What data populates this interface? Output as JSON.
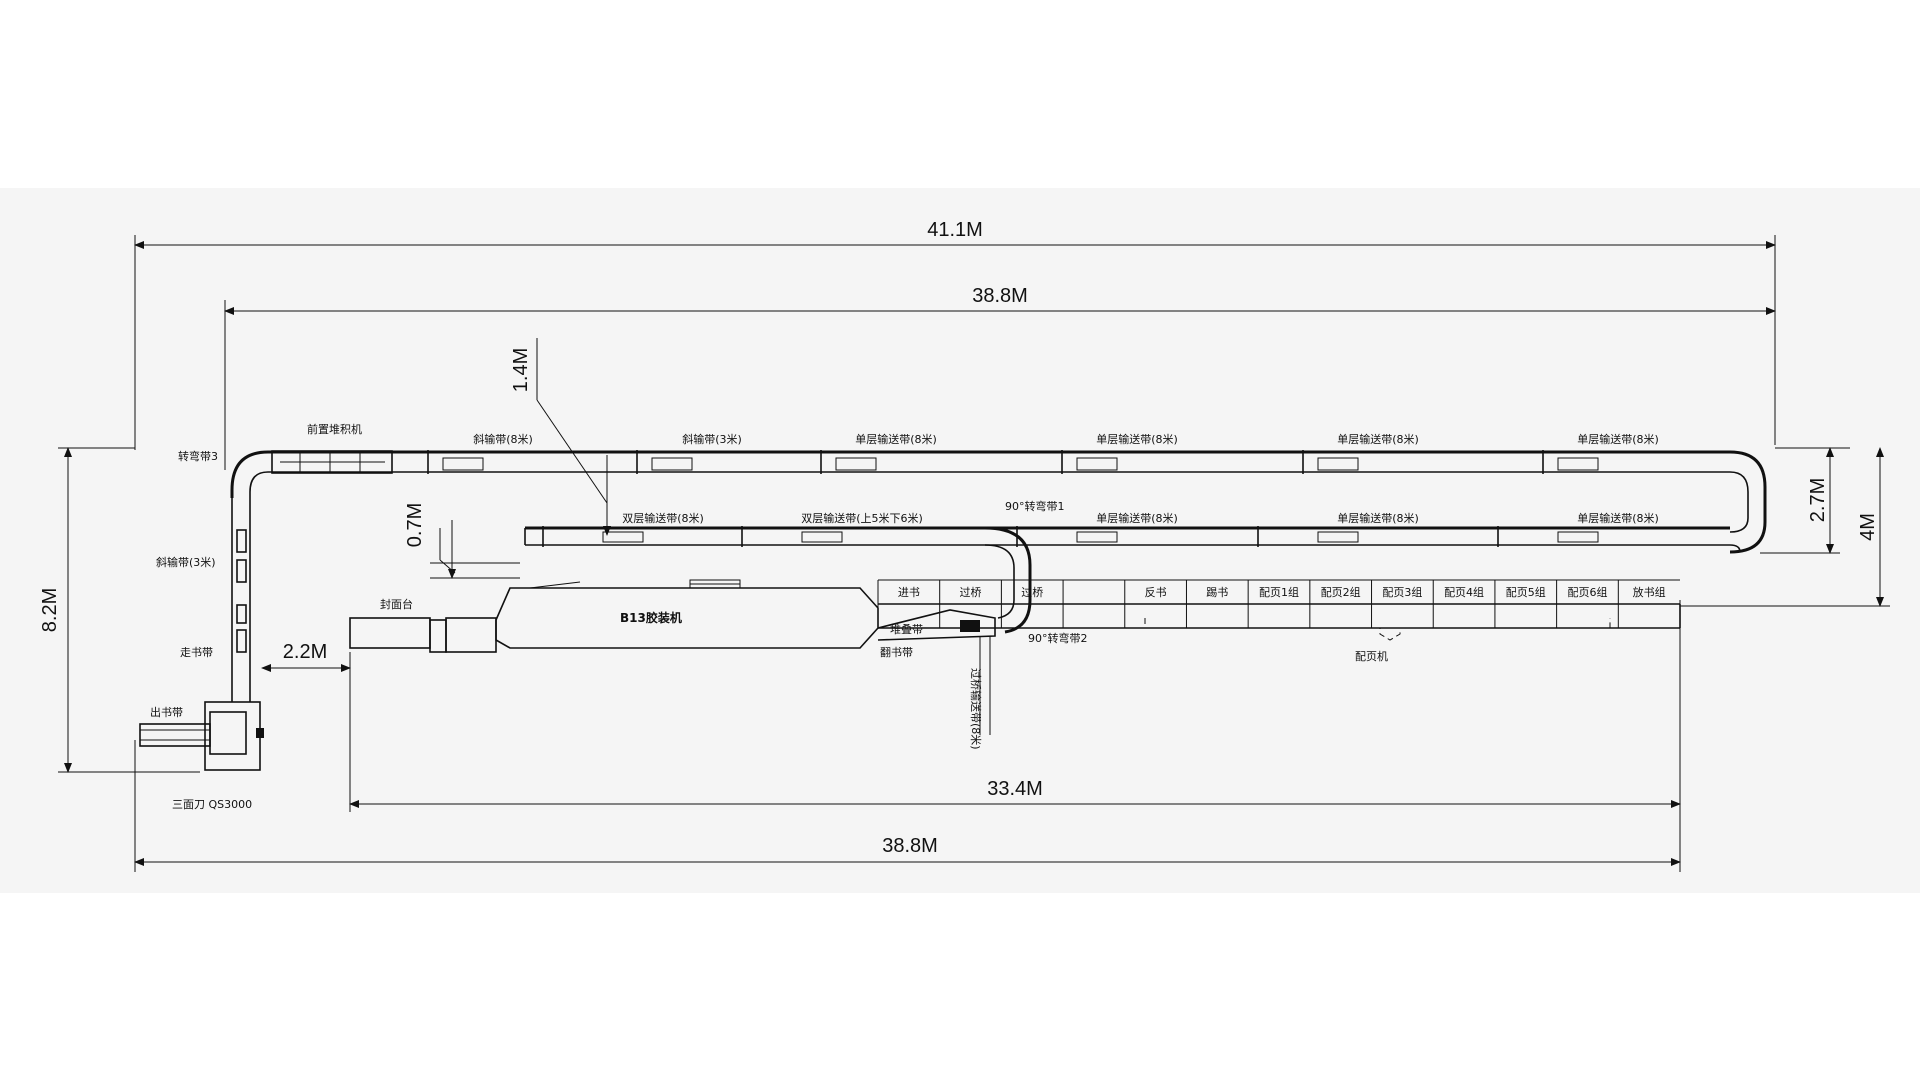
{
  "dimensions": {
    "top_total": "41.1M",
    "top_inner": "38.8M",
    "bottom_total": "38.8M",
    "bottom_inner": "33.4M",
    "left_height": "8.2M",
    "gap_left": "2.2M",
    "vert_1_4": "1.4M",
    "vert_0_7": "0.7M",
    "right_2_7": "2.7M",
    "right_4": "4M"
  },
  "labels": {
    "front_stacker": "前置堆积机",
    "turn_belt_3": "转弯带3",
    "slope_3m_left": "斜输带(3米)",
    "walk_belt": "走书带",
    "exit_belt": "出书带",
    "trimmer": "三面刀  QS3000",
    "cover_table": "封面台",
    "binder": "B13胶装机",
    "flip_belt": "翻书带",
    "slope_8m": "斜输带(8米)",
    "slope_3m_top": "斜输带(3米)",
    "single_layer_8m": "单层输送带(8米)",
    "double_layer_8m": "双层输送带(8米)",
    "double_layer_mix": "双层输送带(上5米下6米)",
    "turn_90_1": "90°转弯带1",
    "turn_90_2": "90°转弯带2",
    "bridge_conveyor": "过桥输送带(8米)",
    "stacking": "堆叠带",
    "gatherer": "配页机",
    "top_conveyor": [
      "斜输带(8米)",
      "斜输带(3米)",
      "单层输送带(8米)",
      "单层输送带(8米)",
      "单层输送带(8米)",
      "单层输送带(8米)"
    ],
    "mid_conveyor": [
      "双层输送带(8米)",
      "双层输送带(上5米下6米)",
      "单层输送带(8米)",
      "单层输送带(8米)",
      "单层输送带(8米)"
    ],
    "stations": [
      "进书",
      "过桥",
      "过桥",
      "",
      "反书",
      "踢书",
      "配页1组",
      "配页2组",
      "配页3组",
      "配页4组",
      "配页5组",
      "配页6组",
      "放书组"
    ]
  }
}
